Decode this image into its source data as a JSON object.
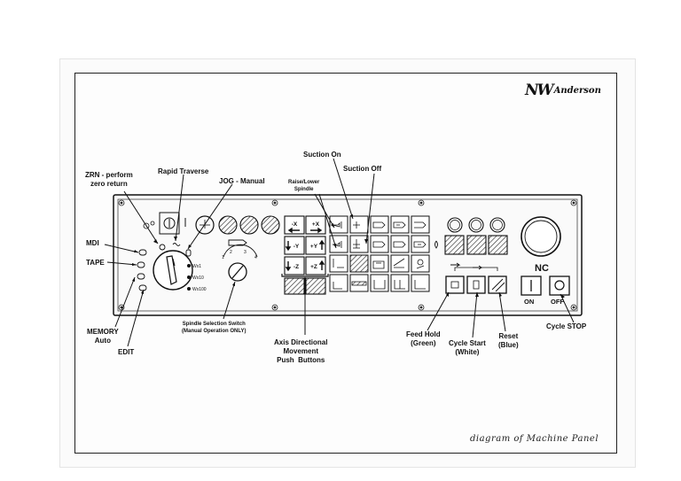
{
  "brand": {
    "logo": "NW",
    "name": "Anderson"
  },
  "caption": "diagram of Machine Panel",
  "labels": {
    "zrn": "ZRN - perform\nzero return",
    "rapid": "Rapid Traverse",
    "jog": "JOG - Manual",
    "mdi": "MDI",
    "tape": "TAPE",
    "memory": "MEMORY\nAuto",
    "edit": "EDIT",
    "spindle_select": "Spindle Selection Switch\n(Manual Operation ONLY)",
    "axis": "Axis Directional\nMovement\nPush  Buttons",
    "raise_lower": "Raise/Lower\nSpindle",
    "suction_on": "Suction On",
    "suction_off": "Suction Off",
    "feed_hold": "Feed Hold\n(Green)",
    "cycle_start": "Cycle Start\n(White)",
    "reset": "Reset\n(Blue)",
    "cycle_stop": "Cycle STOP"
  },
  "panel": {
    "axis_buttons": [
      "-X",
      "+X",
      "-Y",
      "+Y",
      "-Z",
      "+Z"
    ],
    "nc_label": "NC",
    "on_label": "ON",
    "off_label": "OFF",
    "mode_marks": [
      "Wx1",
      "Wx10",
      "Wx100"
    ],
    "spindle_ticks": [
      "1",
      "2",
      "3",
      "4"
    ]
  }
}
